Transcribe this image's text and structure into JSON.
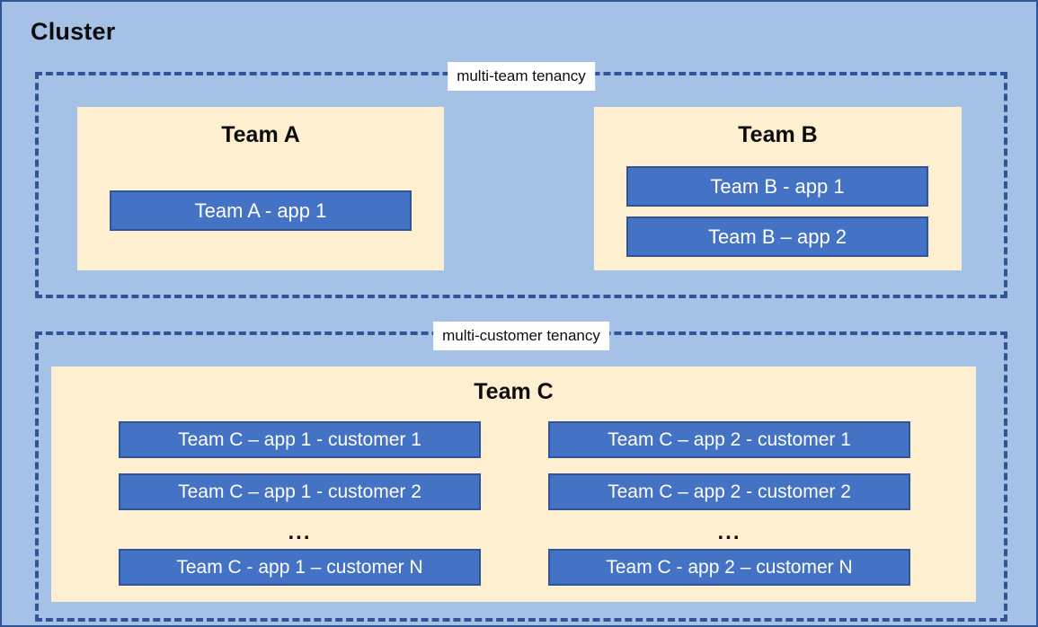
{
  "diagram": {
    "title": "Cluster",
    "colors": {
      "cluster_background": "#a5c2e6",
      "group_border": "#2f5597",
      "team_background": "#fdefd0",
      "app_fill": "#4472c4",
      "app_border": "#2f5597",
      "app_text": "#ffffff",
      "label_background": "#ffffff",
      "text": "#0d0d0d"
    },
    "groups": [
      {
        "label": "multi-team tenancy",
        "teams": [
          {
            "title": "Team A",
            "apps": [
              "Team A - app 1"
            ]
          },
          {
            "title": "Team B",
            "apps": [
              "Team B - app 1",
              "Team B – app 2"
            ]
          }
        ]
      },
      {
        "label": "multi-customer tenancy",
        "teams": [
          {
            "title": "Team C",
            "columns": [
              {
                "rows": [
                  "Team C – app 1 - customer 1",
                  "Team C – app 1 - customer 2",
                  "Team C - app 1 – customer N"
                ],
                "ellipsis": "..."
              },
              {
                "rows": [
                  "Team C – app 2 - customer 1",
                  "Team C – app 2 - customer 2",
                  "Team C - app 2 – customer N"
                ],
                "ellipsis": "..."
              }
            ]
          }
        ]
      }
    ]
  }
}
